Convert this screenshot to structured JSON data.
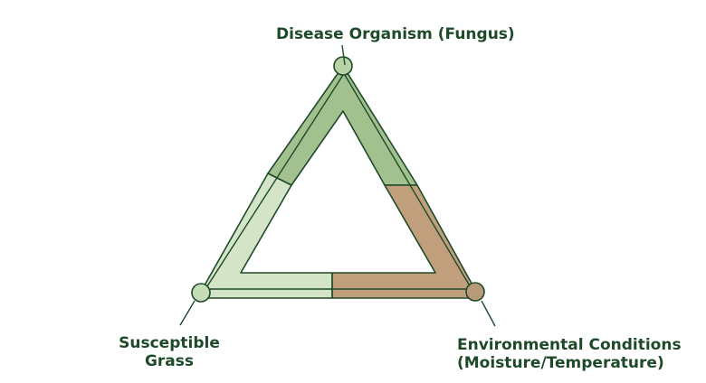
{
  "diagram": {
    "vertices": {
      "top": {
        "label": "Disease Organism (Fungus)"
      },
      "left": {
        "label_lines": [
          "Susceptible",
          "Grass"
        ]
      },
      "right": {
        "label_lines": [
          "Environmental Conditions",
          "(Moisture/Temperature)"
        ]
      }
    },
    "colors": {
      "fungus_segment": "#a3c18f",
      "grass_segment": "#d3e5c6",
      "environment_segment": "#c29f7c",
      "outline": "#1e4a2a",
      "label_text": "#1e4a2a"
    }
  }
}
